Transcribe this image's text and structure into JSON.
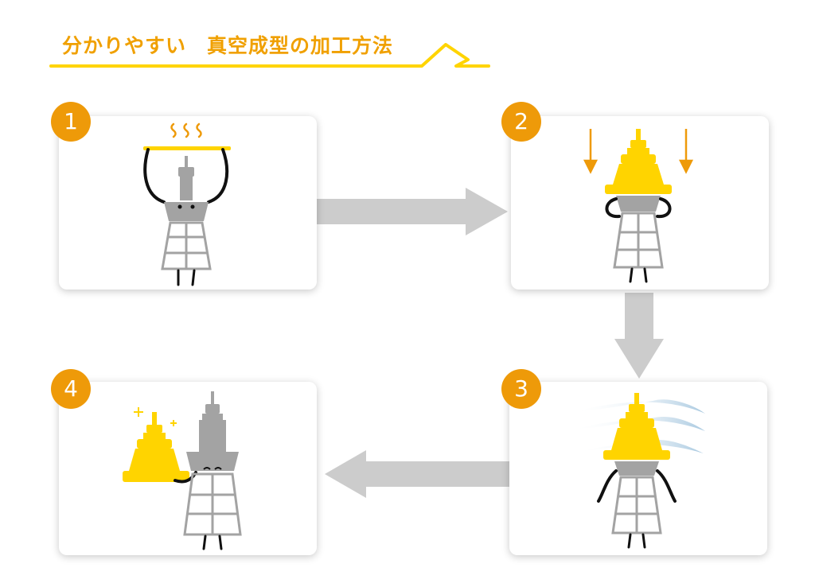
{
  "title": "分かりやすい　真空成型の加工方法",
  "colors": {
    "accent": "#ee9a09",
    "yellow": "#ffd400",
    "tower": "#a3a3a3",
    "arrow": "#cccccc",
    "air": "#a9c9e0"
  },
  "steps": [
    {
      "number": "1"
    },
    {
      "number": "2"
    },
    {
      "number": "3"
    },
    {
      "number": "4"
    }
  ]
}
